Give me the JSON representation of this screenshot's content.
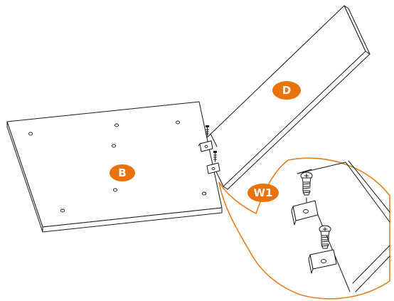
{
  "labels": {
    "panel_b": "B",
    "panel_d": "D",
    "hardware": "W1"
  },
  "colors": {
    "badge": "#e8720c",
    "callout_outline": "#e67e22",
    "linework": "#1a1a1a"
  },
  "icons": [
    "screw-icon",
    "bracket-icon"
  ]
}
